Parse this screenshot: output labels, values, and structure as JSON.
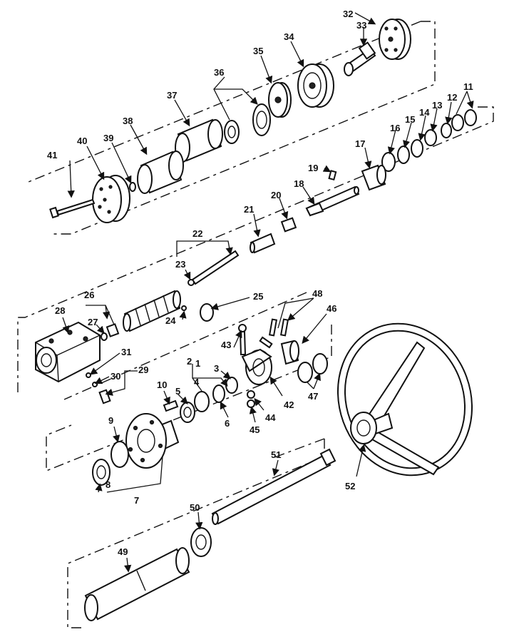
{
  "diagram": {
    "callouts": [
      "1",
      "2",
      "3",
      "4",
      "5",
      "6",
      "7",
      "8",
      "9",
      "10",
      "11",
      "12",
      "13",
      "14",
      "15",
      "16",
      "17",
      "18",
      "19",
      "20",
      "21",
      "22",
      "23",
      "24",
      "25",
      "26",
      "27",
      "28",
      "29",
      "30",
      "31",
      "32",
      "33",
      "34",
      "35",
      "36",
      "37",
      "38",
      "39",
      "40",
      "41",
      "42",
      "43",
      "44",
      "45",
      "46",
      "47",
      "48",
      "49",
      "50",
      "51",
      "52"
    ]
  }
}
